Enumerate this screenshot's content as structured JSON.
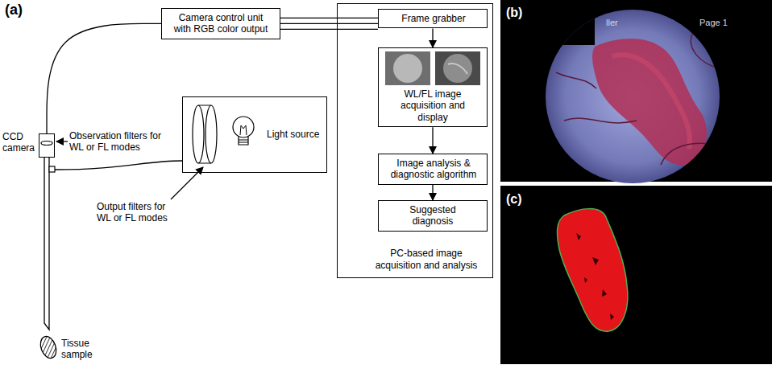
{
  "diagram": {
    "nodes": [
      {
        "text": [
          "Camera control unit with RGB color output"
        ]
      },
      {
        "text": [
          "CCD camera"
        ]
      },
      {
        "text": [
          "Light source"
        ]
      },
      {
        "text": [
          "PC-based image acquisition and analysis"
        ]
      },
      {
        "text": [
          "Frame grabber"
        ],
        "in": 3
      },
      {
        "text": [
          "WL/FL image acquisition and display"
        ],
        "in": 3
      },
      {
        "text": [
          "Image analysis & diagnostic algorithm"
        ],
        "in": 3
      },
      {
        "text": [
          "Suggested diagnosis"
        ],
        "in": 3
      }
    ],
    "edges": [
      {
        "from": 1,
        "to": 0,
        "arrow": "none"
      },
      {
        "from": 0,
        "to": 4,
        "arrow": "none"
      },
      {
        "from": 4,
        "to": 5,
        "arrow": "to"
      },
      {
        "from": 5,
        "to": 6,
        "arrow": "to"
      },
      {
        "from": 6,
        "to": 7,
        "arrow": "to"
      }
    ],
    "labels": [
      "(a)",
      "Observation filters for WL or FL modes",
      "Output filters for WL or FL modes",
      "Tissue sample",
      "(b)",
      "ller",
      "Page 1",
      "(c)"
    ]
  }
}
